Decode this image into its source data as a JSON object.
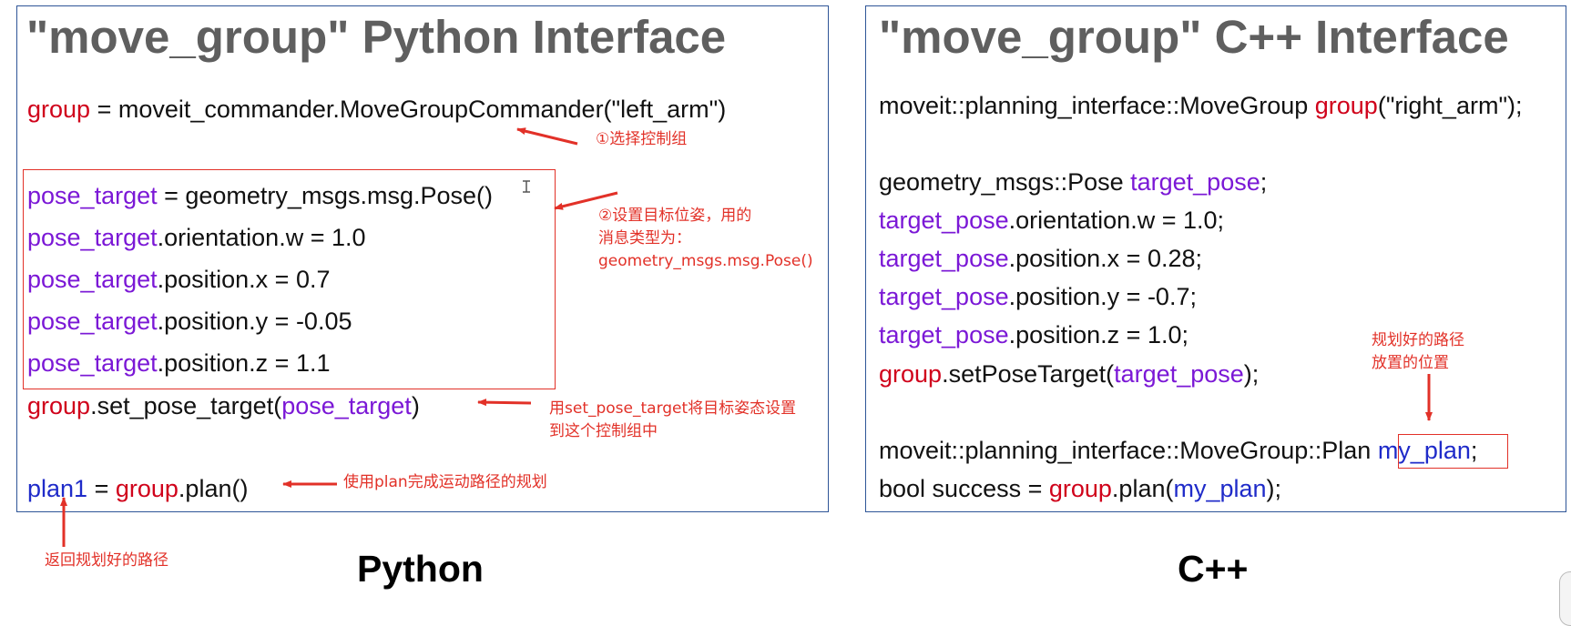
{
  "python": {
    "title": "\"move_group\" Python Interface",
    "line1": {
      "var": "group",
      "rest": " = moveit_commander.MoveGroupCommander(\"left_arm\")"
    },
    "pose_var": "pose_target",
    "line2_rest": " = geometry_msgs.msg.Pose()",
    "line3_rest": ".orientation.w = 1.0",
    "line4_rest": ".position.x = 0.7",
    "line5_rest": ".position.y = -0.05",
    "line6_rest": ".position.z = 1.1",
    "line7": {
      "var": "group",
      "mid": ".set_pose_target(",
      "arg": "pose_target",
      "end": ")"
    },
    "line8": {
      "var": "plan1",
      "eq": " = ",
      "group": "group",
      "rest": ".plan()"
    },
    "annotations": {
      "a1": "①选择控制组",
      "a2_l1": "②设置目标位姿，用的",
      "a2_l2": "消息类型为：",
      "a2_l3": "geometry_msgs.msg.Pose()",
      "a3_l1": "用set_pose_target将目标姿态设置",
      "a3_l2": "到这个控制组中",
      "a4": "使用plan完成运动路径的规划",
      "a5": "返回规划好的路径"
    },
    "caption": "Python"
  },
  "cpp": {
    "title": "\"move_group\" C++ Interface",
    "line1": {
      "pre": "moveit::planning_interface::MoveGroup ",
      "var": "group",
      "rest": "(\"right_arm\");"
    },
    "line2": {
      "pre": "geometry_msgs::Pose ",
      "var": "target_pose",
      "end": ";"
    },
    "pose_var": "target_pose",
    "line3_rest": ".orientation.w = 1.0;",
    "line4_rest": ".position.x = 0.28;",
    "line5_rest": ".position.y = -0.7;",
    "line6_rest": ".position.z = 1.0;",
    "line7": {
      "var": "group",
      "mid": ".setPoseTarget(",
      "arg": "target_pose",
      "end": ");"
    },
    "line8": {
      "pre": "moveit::planning_interface::MoveGroup::Plan ",
      "var": "my_plan",
      "end": ";"
    },
    "line9": {
      "pre": "bool success = ",
      "group": "group",
      "mid": ".plan(",
      "arg": "my_plan",
      "end": ");"
    },
    "annotations": {
      "b1_l1": "规划好的路径",
      "b1_l2": "放置的位置"
    },
    "caption": "C++"
  },
  "colors": {
    "keyword_red": "#d0021b",
    "variable_purple": "#7b18d6",
    "plan_blue": "#1f2bc9",
    "annotation_red": "#e23128",
    "title_gray": "#5f5f5f",
    "panel_border": "#2e5597"
  },
  "icons": [
    "text-cursor-icon",
    "arrow-icon"
  ]
}
